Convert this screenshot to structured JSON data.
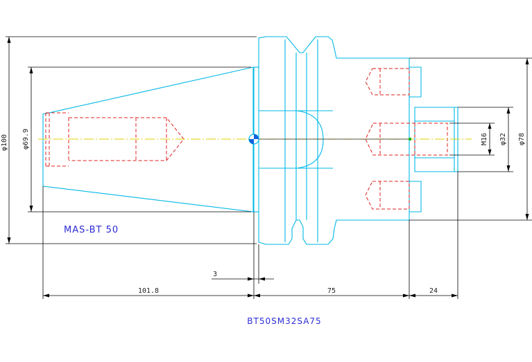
{
  "drawing": {
    "holder_label": "MAS-BT 50",
    "part_number": "BT50SM32SA75",
    "colors": {
      "outline": "#00b7e6",
      "hidden": "#e02020",
      "center": "#e0d200",
      "dimension": "#000000",
      "label": "#2b2bd6"
    },
    "dimensions": {
      "dia_100": "φ100",
      "dia_69_9": "φ69.9",
      "dia_78": "φ78",
      "dia_32": "φ32",
      "m16": "M16",
      "len_3": "3",
      "len_101_8": "101.8",
      "len_75": "75",
      "len_24": "24"
    }
  }
}
